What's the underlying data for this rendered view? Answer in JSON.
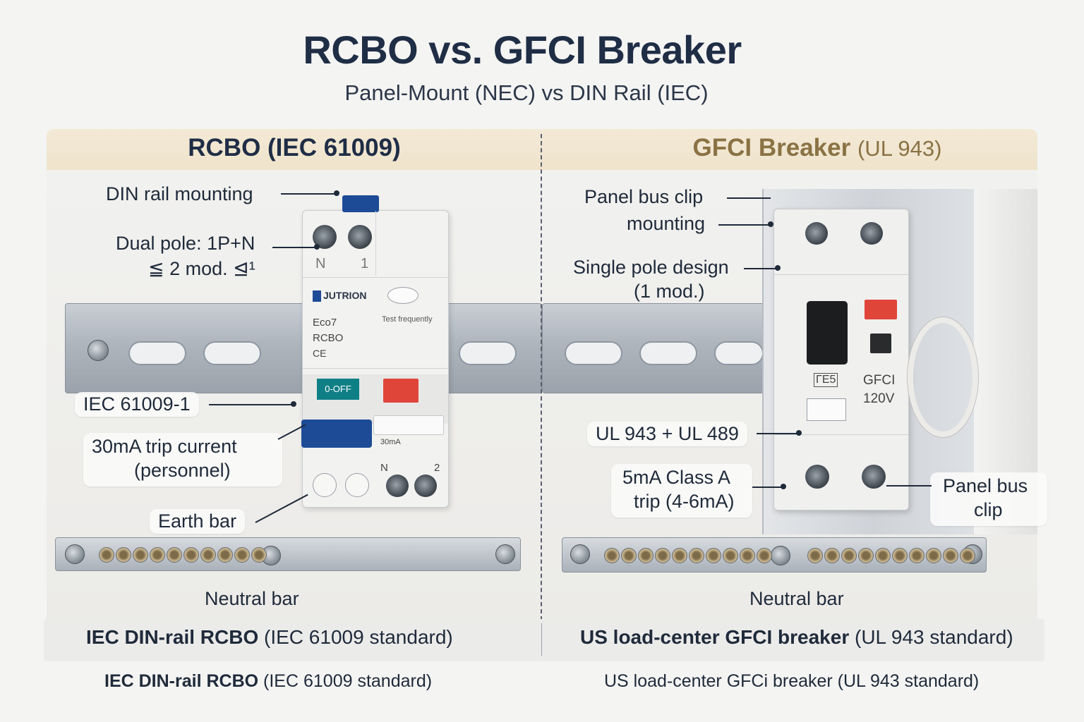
{
  "title": "RCBO vs. GFCI Breaker",
  "subtitle": "Panel-Mount (NEC) vs DIN Rail (IEC)",
  "left": {
    "header": "RCBO (IEC 61009)",
    "labels": {
      "din_rail": "DIN rail mounting",
      "dual_pole_1": "Dual pole: 1P+N",
      "dual_pole_2": "≦ 2 mod. ⊴¹",
      "iec": "IEC 61009-1",
      "trip_1": "30mA trip current",
      "trip_2": "(personnel)",
      "earth_bar": "Earth bar",
      "neutral_bar": "Neutral bar"
    },
    "device": {
      "brand": "JUTRION",
      "model_1": "Eco7",
      "model_2": "RCBO",
      "mark": "CE",
      "test": "Test frequently",
      "switch": "0-OFF",
      "rating": "30mA",
      "terminal_n_top": "N",
      "terminal_1": "1",
      "terminal_n_bottom": "N",
      "terminal_2": "2"
    }
  },
  "right": {
    "header": "GFCI Breaker",
    "header_std": "(UL 943)",
    "labels": {
      "bus_clip_1": "Panel bus clip",
      "bus_clip_2": "mounting",
      "single_pole_1": "Single pole design",
      "single_pole_2": "(1 mod.)",
      "ul": "UL 943 + UL 489",
      "class_a_1": "5mA Class A",
      "class_a_2": "trip (4-6mA)",
      "panel_clip_1": "Panel bus",
      "panel_clip_2": "clip",
      "neutral_bar": "Neutral bar"
    },
    "device": {
      "mark": "ΓΕ5",
      "label_1": "GFCI",
      "label_2": "120V"
    }
  },
  "captions": {
    "left_bold": "IEC DIN-rail RCBO",
    "left_rest": " (IEC 61009 standard)",
    "right_bold": "US load-center GFCI breaker",
    "right_rest": " (UL 943 standard)",
    "left2_bold": "IEC DIN-rail RCBO",
    "left2_rest": " (IEC 61009 standard)",
    "right2": "US load-center GFCi breaker (UL 943 standard)"
  },
  "colors": {
    "navy": "#1f2d45",
    "gold": "#8a7244",
    "teal": "#0f7f86",
    "blue_handle": "#1d4b96",
    "red": "#e0453a"
  }
}
